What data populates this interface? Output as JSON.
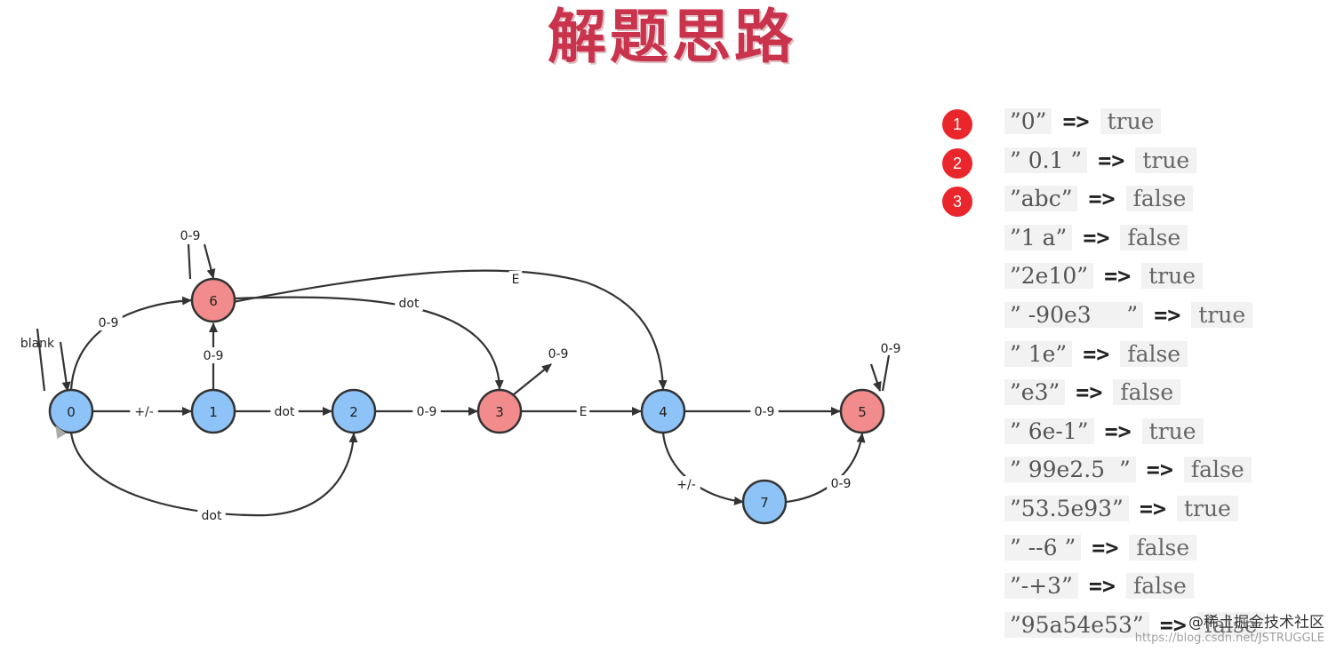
{
  "title": "解题思路",
  "diagram": {
    "nodes": [
      {
        "id": "0",
        "accepting": false
      },
      {
        "id": "1",
        "accepting": false
      },
      {
        "id": "2",
        "accepting": false
      },
      {
        "id": "3",
        "accepting": true
      },
      {
        "id": "4",
        "accepting": false
      },
      {
        "id": "5",
        "accepting": true
      },
      {
        "id": "6",
        "accepting": true
      },
      {
        "id": "7",
        "accepting": false
      }
    ],
    "edges": [
      {
        "from": "0",
        "to": "0",
        "label": "blank"
      },
      {
        "from": "0",
        "to": "1",
        "label": "+/-"
      },
      {
        "from": "0",
        "to": "6",
        "label": "0-9"
      },
      {
        "from": "0",
        "to": "2",
        "label": "dot"
      },
      {
        "from": "1",
        "to": "6",
        "label": "0-9"
      },
      {
        "from": "1",
        "to": "2",
        "label": "dot"
      },
      {
        "from": "6",
        "to": "6",
        "label": "0-9"
      },
      {
        "from": "6",
        "to": "3",
        "label": "dot"
      },
      {
        "from": "6",
        "to": "4",
        "label": "E"
      },
      {
        "from": "2",
        "to": "3",
        "label": "0-9"
      },
      {
        "from": "3",
        "to": "3",
        "label": "0-9"
      },
      {
        "from": "3",
        "to": "4",
        "label": "E"
      },
      {
        "from": "4",
        "to": "5",
        "label": "0-9"
      },
      {
        "from": "4",
        "to": "7",
        "label": "+/-"
      },
      {
        "from": "7",
        "to": "5",
        "label": "0-9"
      },
      {
        "from": "5",
        "to": "5",
        "label": "0-9"
      }
    ],
    "colors": {
      "accepting": "#f28b8b",
      "normal": "#8ec3f7",
      "title": "#c9334c",
      "badge": "#e8262b"
    }
  },
  "examples": [
    {
      "badge": "1",
      "input": "”0”",
      "arrow": "=>",
      "result": "true"
    },
    {
      "badge": "2",
      "input": "” 0.1 ”",
      "arrow": "=>",
      "result": "true"
    },
    {
      "badge": "3",
      "input": "”abc”",
      "arrow": "=>",
      "result": "false"
    },
    {
      "input": "”1 a”",
      "arrow": "=>",
      "result": "false"
    },
    {
      "input": "”2e10”",
      "arrow": "=>",
      "result": "true"
    },
    {
      "input": "” -90e3     ”",
      "arrow": "=>",
      "result": "true"
    },
    {
      "input": "” 1e”",
      "arrow": "=>",
      "result": "false"
    },
    {
      "input": "”e3”",
      "arrow": "=>",
      "result": "false"
    },
    {
      "input": "” 6e-1”",
      "arrow": "=>",
      "result": "true"
    },
    {
      "input": "” 99e2.5  ”",
      "arrow": "=>",
      "result": "false"
    },
    {
      "input": "”53.5e93”",
      "arrow": "=>",
      "result": "true"
    },
    {
      "input": "” --6 ”",
      "arrow": "=>",
      "result": "false"
    },
    {
      "input": "”-+3”",
      "arrow": "=>",
      "result": "false"
    },
    {
      "input": "”95a54e53”",
      "arrow": "=>",
      "result": "false"
    }
  ],
  "watermark": {
    "main": "@稀土掘金技术社区",
    "sub": "https://blog.csdn.net/JSTRUGGLE"
  }
}
